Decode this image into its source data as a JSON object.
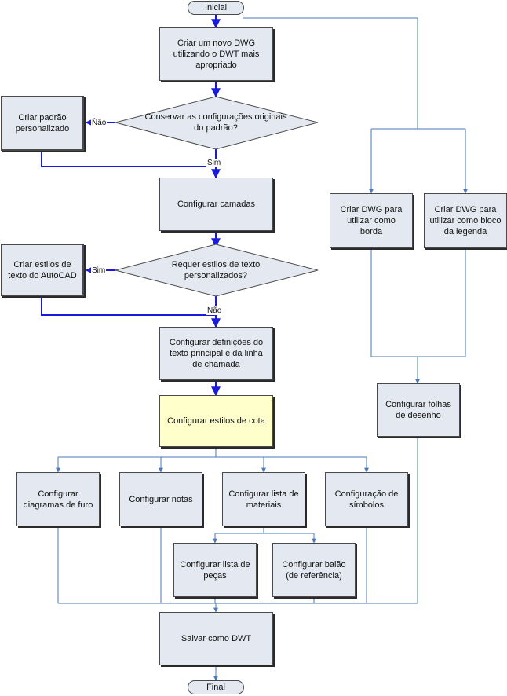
{
  "terminals": {
    "start": "Inicial",
    "end": "Final"
  },
  "nodes": {
    "create_dwg": "Criar um novo DWG\nutilizando o DWT mais\napropriado",
    "custom_standard": "Criar padrão\npersonalizado",
    "keep_settings": "Conservar as configurações originais\ndo padrão?",
    "config_layers": "Configurar camadas",
    "autocad_text_styles": "Criar estilos de\ntexto do AutoCAD",
    "custom_text_styles": "Requer estilos de texto\npersonalizados?",
    "text_leader_defs": "Configurar definições do\ntexto principal e da linha\nde chamada",
    "dim_styles": "Configurar estilos de cota",
    "hole_charts": "Configurar\ndiagramas de furo",
    "notes": "Configurar notas",
    "bom": "Configurar lista de\nmateriais",
    "symbols": "Configuração de\nsímbolos",
    "parts_list": "Configurar lista de\npeças",
    "balloon": "Configurar balão\n(de referência)",
    "save_dwt": "Salvar como DWT",
    "border_dwg": "Criar DWG para\nutilizar como\nborda",
    "title_block_dwg": "Criar DWG para\nutilizar como bloco\nda legenda",
    "drawing_sheets": "Configurar folhas\nde desenho"
  },
  "edge_labels": {
    "no_1": "Não",
    "yes_1": "Sim",
    "yes_2": "Sim",
    "no_2": "Não"
  },
  "colors": {
    "main_arrow": "#1a1adc",
    "flow_line": "#4a7ab8",
    "box_fill": "#e4e8f0",
    "highlight_fill": "#ffffcc"
  }
}
